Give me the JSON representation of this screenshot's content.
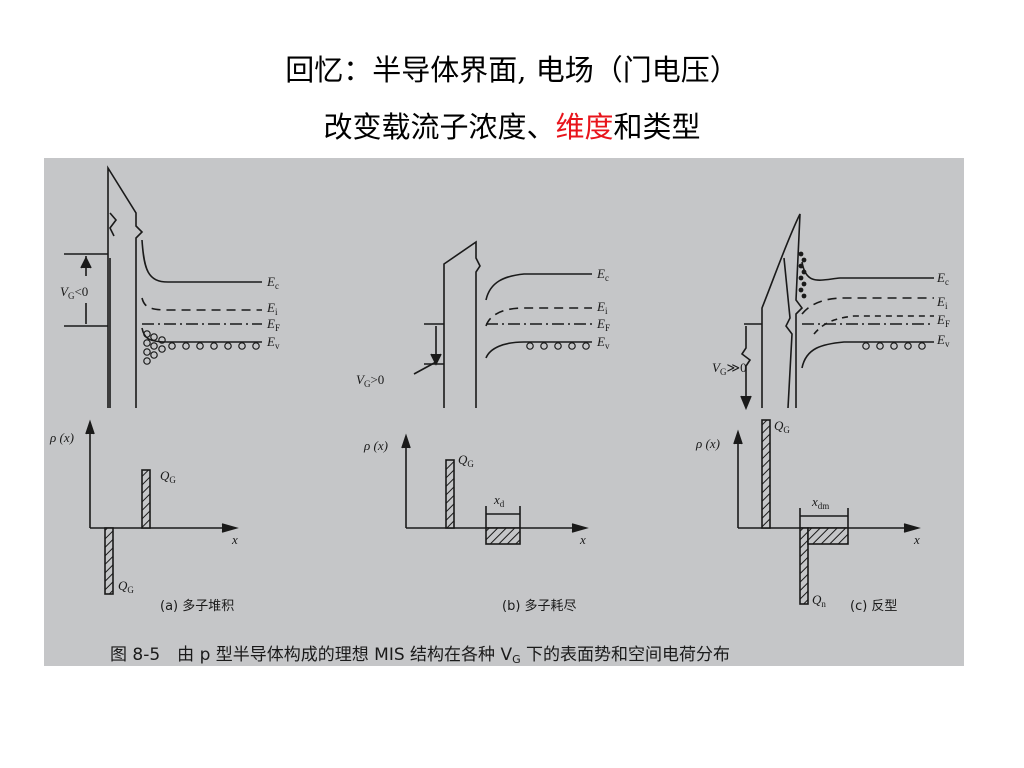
{
  "slide": {
    "title_line1": "回忆：半导体界面, 电场（门电压）",
    "title_line2_before": "改变载流子浓度、",
    "title_line2_highlight": "维度",
    "title_line2_after": "和类型",
    "highlight_color": "#e8141b"
  },
  "figure": {
    "background": "#c5c6c8",
    "caption": "图 8-5　由 p 型半导体构成的理想 MIS 结构在各种 V",
    "caption_sub": "G",
    "caption_tail": " 下的表面势和空间电荷分布",
    "panels": [
      {
        "id": "a",
        "bias_label": "V",
        "bias_sub": "G",
        "bias_rel": "<0",
        "bands": [
          "E",
          "E",
          "E",
          "E"
        ],
        "band_subs": [
          "c",
          "i",
          "F",
          "v"
        ],
        "rho_label": "ρ (x)",
        "x_label": "x",
        "charge_labels": [
          "Q",
          "Q"
        ],
        "charge_subs": [
          "G",
          "G"
        ],
        "caption": "(a) 多子堆积"
      },
      {
        "id": "b",
        "bias_label": "V",
        "bias_sub": "G",
        "bias_rel": ">0",
        "bands": [
          "E",
          "E",
          "E",
          "E"
        ],
        "band_subs": [
          "c",
          "i",
          "F",
          "v"
        ],
        "rho_label": "ρ (x)",
        "x_label": "x",
        "charge_labels": [
          "Q"
        ],
        "charge_subs": [
          "G"
        ],
        "width_label": "x",
        "width_sub": "d",
        "caption": "(b) 多子耗尽"
      },
      {
        "id": "c",
        "bias_label": "V",
        "bias_sub": "G",
        "bias_rel": "≫0",
        "bands": [
          "E",
          "E",
          "E",
          "E"
        ],
        "band_subs": [
          "c",
          "i",
          "F",
          "v"
        ],
        "rho_label": "ρ (x)",
        "x_label": "x",
        "charge_labels": [
          "Q",
          "Q"
        ],
        "charge_subs": [
          "G",
          "n"
        ],
        "width_label": "x",
        "width_sub": "dm",
        "caption": "(c) 反型"
      }
    ]
  }
}
